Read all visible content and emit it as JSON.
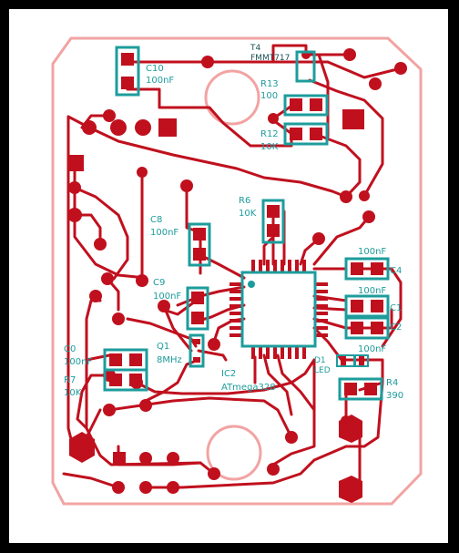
{
  "colors": {
    "copper": "#c0101e",
    "outline": "#f2a3a3",
    "silk": "#1e9c9c",
    "background": "#000000"
  },
  "components": {
    "C10": {
      "ref": "C10",
      "value": "100nF"
    },
    "T4": {
      "ref": "T4",
      "value": "FMMT717"
    },
    "R13": {
      "ref": "R13",
      "value": "100"
    },
    "R12": {
      "ref": "R12",
      "value": "10K"
    },
    "R6": {
      "ref": "R6",
      "value": "10K"
    },
    "C8": {
      "ref": "C8",
      "value": "100nF"
    },
    "C9": {
      "ref": "C9",
      "value": "100nF"
    },
    "C4": {
      "ref": "C4",
      "value": "100nF"
    },
    "C1": {
      "ref": "C1",
      "value": "100nF"
    },
    "C2": {
      "ref": "C2",
      "value": "100nF"
    },
    "Q1": {
      "ref": "Q1",
      "value": "8MHz"
    },
    "IC2": {
      "ref": "IC2",
      "value": "ATmega328"
    },
    "D1": {
      "ref": "D1",
      "value": "LED"
    },
    "C0": {
      "ref": "C0",
      "value": "100nF"
    },
    "R7": {
      "ref": "R7",
      "value": "10K"
    },
    "R4": {
      "ref": "R4",
      "value": "390"
    }
  }
}
